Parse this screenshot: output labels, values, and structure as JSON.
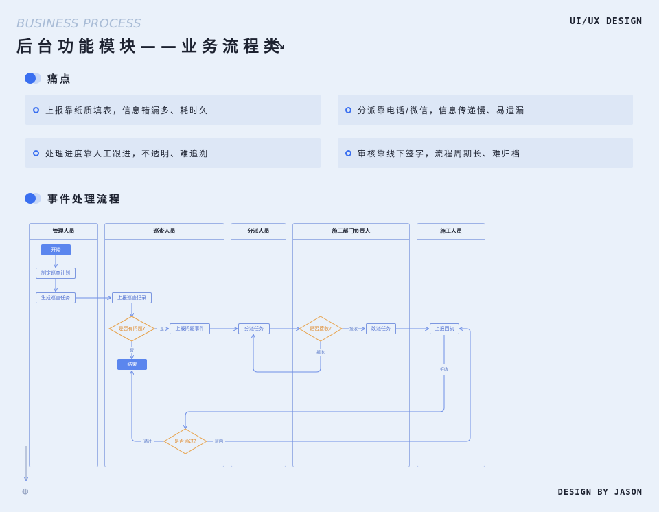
{
  "header": {
    "subtitle": "BUSINESS PROCESS",
    "title": "后台功能模块——业务流程类",
    "brand": "UI/UX DESIGN"
  },
  "pain_section": {
    "label": "痛点",
    "items": [
      "上报靠纸质填表，信息错漏多、耗时久",
      "分派靠电话/微信，信息传递慢、易遗漏",
      "处理进度靠人工跟进，不透明、难追溯",
      "审核靠线下签字，流程周期长、难归档"
    ]
  },
  "flow_section": {
    "label": "事件处理流程",
    "lanes": [
      "管理人员",
      "巡查人员",
      "分派人员",
      "施工部门负责人",
      "施工人员"
    ],
    "nodes": {
      "start": "开始",
      "plan": "制定巡查计划",
      "gen_task": "生成巡查任务",
      "report_record": "上报巡查记录",
      "has_issue": "是否有问题?",
      "report_event": "上报问题事件",
      "end": "结束",
      "assign": "分派任务",
      "accept": "是否接收?",
      "reassign": "改派任务",
      "report_back": "上报回执",
      "pass": "是否通过?"
    },
    "edge_labels": {
      "yes": "是",
      "no": "否",
      "accept_yes": "接收",
      "accept_no": "拒收",
      "reject": "拒收",
      "pass": "通过",
      "reject2": "驳回"
    }
  },
  "footer": {
    "brand": "DESIGN BY JASON",
    "globe_icon": "globe-icon"
  },
  "colors": {
    "accent": "#3a6ff0",
    "line": "#6f8fe6",
    "decision": "#e8a24a",
    "background": "#eaf1fa"
  }
}
